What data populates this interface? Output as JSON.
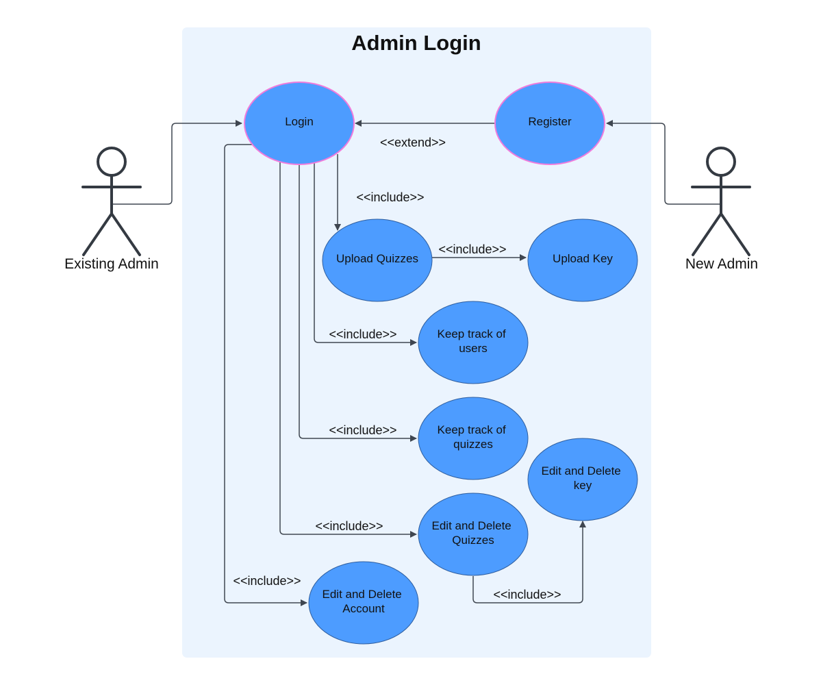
{
  "title": "Admin Login",
  "colors": {
    "boundary": "#ebf4fe",
    "usecase_fill": "#4d9cff",
    "usecase_stroke_default": "#2f5e9e",
    "usecase_stroke_highlight": "#f07bdc",
    "connector": "#3f4650",
    "actor": "#343a42"
  },
  "actors": {
    "existing_admin": "Existing Admin",
    "new_admin": "New Admin"
  },
  "use_cases": {
    "login": [
      "Login"
    ],
    "register": [
      "Register"
    ],
    "upload_quizzes": [
      "Upload Quizzes"
    ],
    "upload_key": [
      "Upload Key"
    ],
    "track_users": [
      "Keep track of",
      "users"
    ],
    "track_quizzes": [
      "Keep track of",
      "quizzes"
    ],
    "edit_key": [
      "Edit and Delete",
      "key"
    ],
    "edit_quizzes": [
      "Edit and Delete",
      "Quizzes"
    ],
    "edit_account": [
      "Edit and Delete",
      "Account"
    ]
  },
  "relations": {
    "extend": "<<extend>>",
    "include_upload_quizzes": "<<include>>",
    "include_upload_key": "<<include>>",
    "include_track_users": "<<include>>",
    "include_track_quizzes": "<<include>>",
    "include_edit_quizzes": "<<include>>",
    "include_edit_account": "<<include>>",
    "include_edit_key": "<<include>>"
  }
}
